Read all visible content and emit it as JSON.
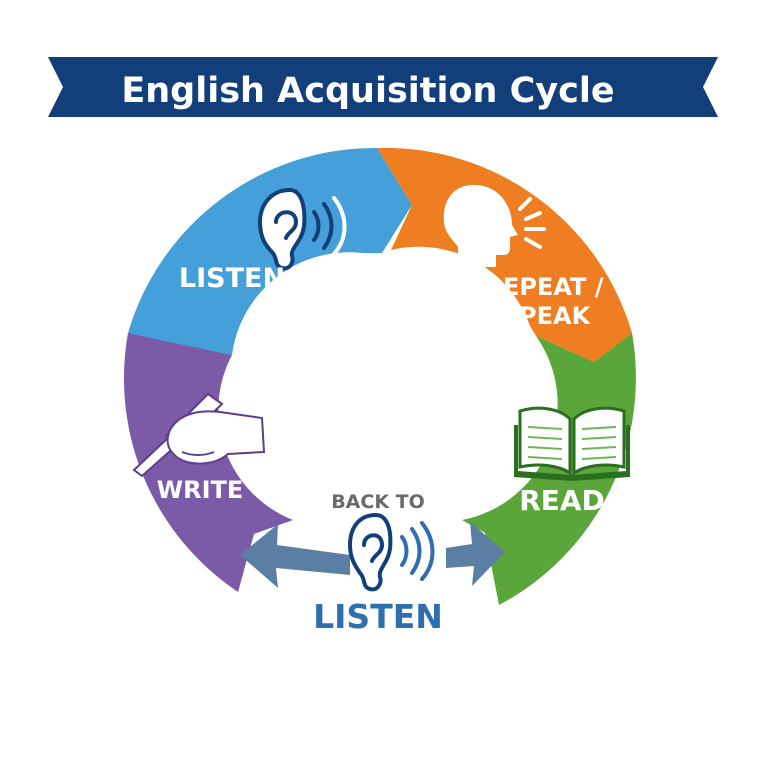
{
  "title": "English Acquisition Cycle",
  "stages": [
    {
      "label": "LISTEN",
      "icon": "ear-icon"
    },
    {
      "label_line1": "REPEAT /",
      "label_line2": "SPEAK",
      "icon": "speaking-head-icon"
    },
    {
      "label": "READ",
      "icon": "open-book-icon"
    },
    {
      "label": "WRITE",
      "icon": "writing-hand-icon"
    }
  ],
  "return_step": {
    "line1": "BACK TO",
    "line2": "LISTEN",
    "icon": "ear-icon"
  },
  "colors": {
    "banner": "#123f7a",
    "listen": "#45a0d9",
    "repeat_speak": "#ef7d22",
    "read": "#5ba63a",
    "write": "#7b5ba8",
    "return_arrows": "#5b7fa3",
    "back_to_text": "#6a6a6a",
    "listen_text": "#2f6fad"
  }
}
